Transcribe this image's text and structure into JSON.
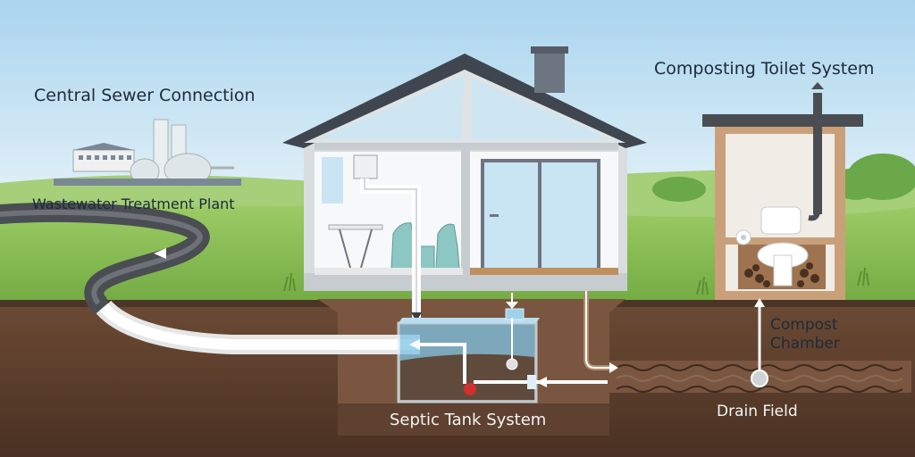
{
  "labels": {
    "central_sewer": "Central Sewer Connection",
    "treatment_plant": "Wastewater Treatment Plant",
    "composting_toilet": "Composting Toilet System",
    "compost_chamber": "Compost Chamber",
    "drain_field": "Drain Field",
    "septic_tank": "Septic Tank System"
  },
  "colors": {
    "sky": "#cfe8f5",
    "grass": "#8cbf5a",
    "soil": "#5a3c2b",
    "pipe": "#ffffff",
    "sewer_pipe": "#4a4d52",
    "water": "#7fc4e6",
    "valve": "#d32f2f"
  }
}
